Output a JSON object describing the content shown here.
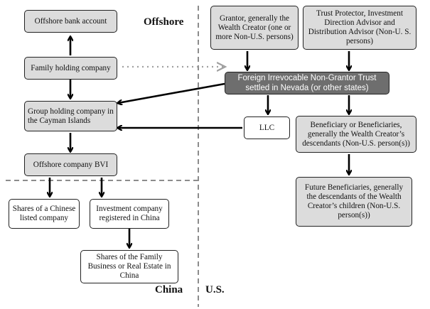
{
  "regions": {
    "offshore": "Offshore",
    "china": "China",
    "us": "U.S."
  },
  "boxes": {
    "offshore_bank": "Offshore bank account",
    "family_holding": "Family holding company",
    "group_holding": "Group holding company in the Cayman Islands",
    "offshore_bvi": "Offshore company BVI",
    "shares_listed": "Shares of a Chinese listed company",
    "investment_china": "Investment company registered in China",
    "shares_family": "Shares of the Family Business or Real Estate in China",
    "grantor": "Grantor, generally the Wealth Creator (one or more Non-U.S. persons)",
    "trust_protector": "Trust Protector, Investment Direction Advisor and Distribution Advisor (Non-U. S. persons)",
    "trust": "Foreign Irrevocable Non-Grantor Trust settled in Nevada (or other states)",
    "llc": "LLC",
    "beneficiaries": "Beneficiary or Beneficiaries, generally the Wealth Creator’s descendants (Non-U.S. person(s))",
    "future_beneficiaries": "Future Beneficiaries, generally the descendants of the Wealth Creator’s children (Non-U.S. person(s))"
  },
  "colors": {
    "box_fill": "#dcdcdc",
    "trust_fill": "#6e6e6e",
    "divider": "#8c8c8c",
    "dotted_arrow": "#a0a0a0",
    "line": "#000000"
  }
}
